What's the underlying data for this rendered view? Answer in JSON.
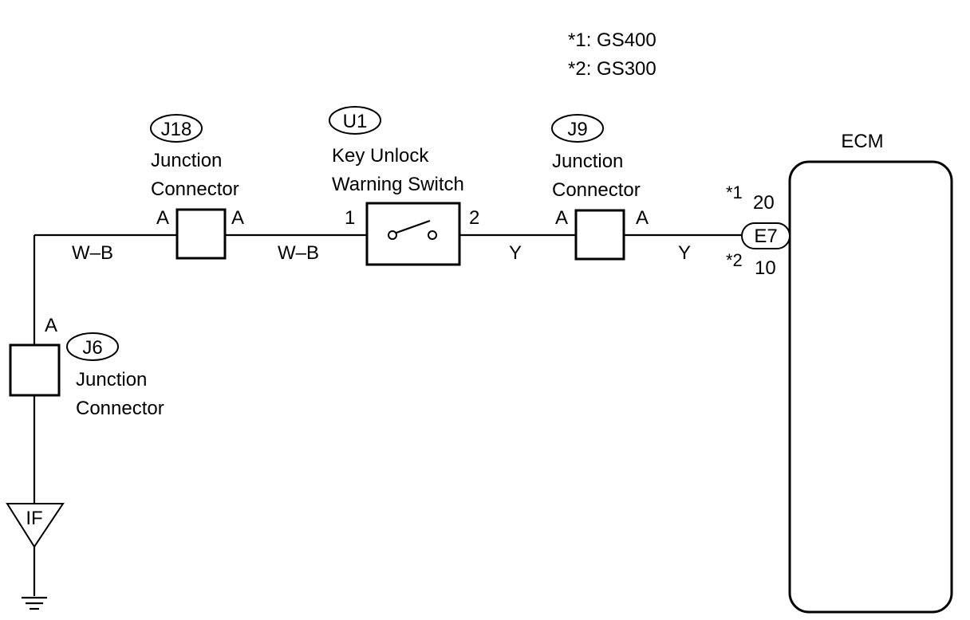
{
  "notes": {
    "n1": "*1: GS400",
    "n2": "*2: GS300"
  },
  "j18": {
    "code": "J18",
    "line1": "Junction",
    "line2": "Connector",
    "pin_left": "A",
    "pin_right": "A"
  },
  "u1": {
    "code": "U1",
    "line1": "Key Unlock",
    "line2": "Warning Switch",
    "pin_left": "1",
    "pin_right": "2"
  },
  "j9": {
    "code": "J9",
    "line1": "Junction",
    "line2": "Connector",
    "pin_left": "A",
    "pin_right": "A"
  },
  "j6": {
    "code": "J6",
    "line1": "Junction",
    "line2": "Connector",
    "pin": "A"
  },
  "ecm": {
    "title": "ECM",
    "connector": "E7",
    "star1": "*1",
    "pin1": "20",
    "star2": "*2",
    "pin2": "10"
  },
  "wires": {
    "w1": "W–B",
    "w2": "W–B",
    "w3": "Y",
    "w4": "Y"
  },
  "ground": {
    "code": "IF"
  }
}
